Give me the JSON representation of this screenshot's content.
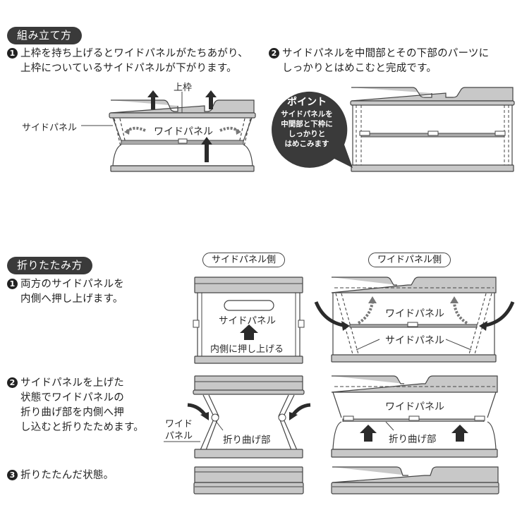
{
  "assembly": {
    "header": "組み立て方",
    "steps": [
      {
        "num": "1",
        "line1": "上枠を持ち上げるとワイドパネルがたちあがり、",
        "line2": "上枠についているサイドパネルが下がります。"
      },
      {
        "num": "2",
        "line1": "サイドパネルを中間部とその下部のパーツに",
        "line2": "しっかりとはめこむと完成です。"
      }
    ],
    "figure1": {
      "top_frame_label": "上枠",
      "side_panel_label": "サイドパネル",
      "wide_panel_label": "ワイドパネル"
    },
    "point_bubble": {
      "title": "ポイント",
      "lines": [
        "サイドパネルを",
        "中間部と下枠に",
        "しっかりと",
        "はめこみます"
      ]
    }
  },
  "folding": {
    "header": "折りたたみ方",
    "view_tags": {
      "side": "サイドパネル側",
      "wide": "ワイドパネル側"
    },
    "steps": [
      {
        "num": "1",
        "lines": [
          "両方のサイドパネルを",
          "内側へ押し上げます。"
        ]
      },
      {
        "num": "2",
        "lines": [
          "サイドパネルを上げた",
          "状態でワイドパネルの",
          "折り曲げ部を内側へ押",
          "し込むと折りたためます。"
        ]
      },
      {
        "num": "3",
        "lines": [
          "折りたたんだ状態。"
        ]
      }
    ],
    "fig1_side": {
      "panel_label": "サイドパネル",
      "push_label": "内側に押し上げる"
    },
    "fig1_wide": {
      "wide_label": "ワイドパネル",
      "side_label": "サイドパネル"
    },
    "fig2_side": {
      "wide_label_1": "ワイド",
      "wide_label_2": "パネル",
      "fold_label": "折り曲げ部"
    },
    "fig2_wide": {
      "wide_label": "ワイドパネル",
      "fold_label": "折り曲げ部"
    }
  },
  "colors": {
    "pill_bg": "#3a3a3a",
    "frame_fill": "#c8c8c8",
    "outline": "#444444",
    "arrow": "#2b2b2b"
  }
}
